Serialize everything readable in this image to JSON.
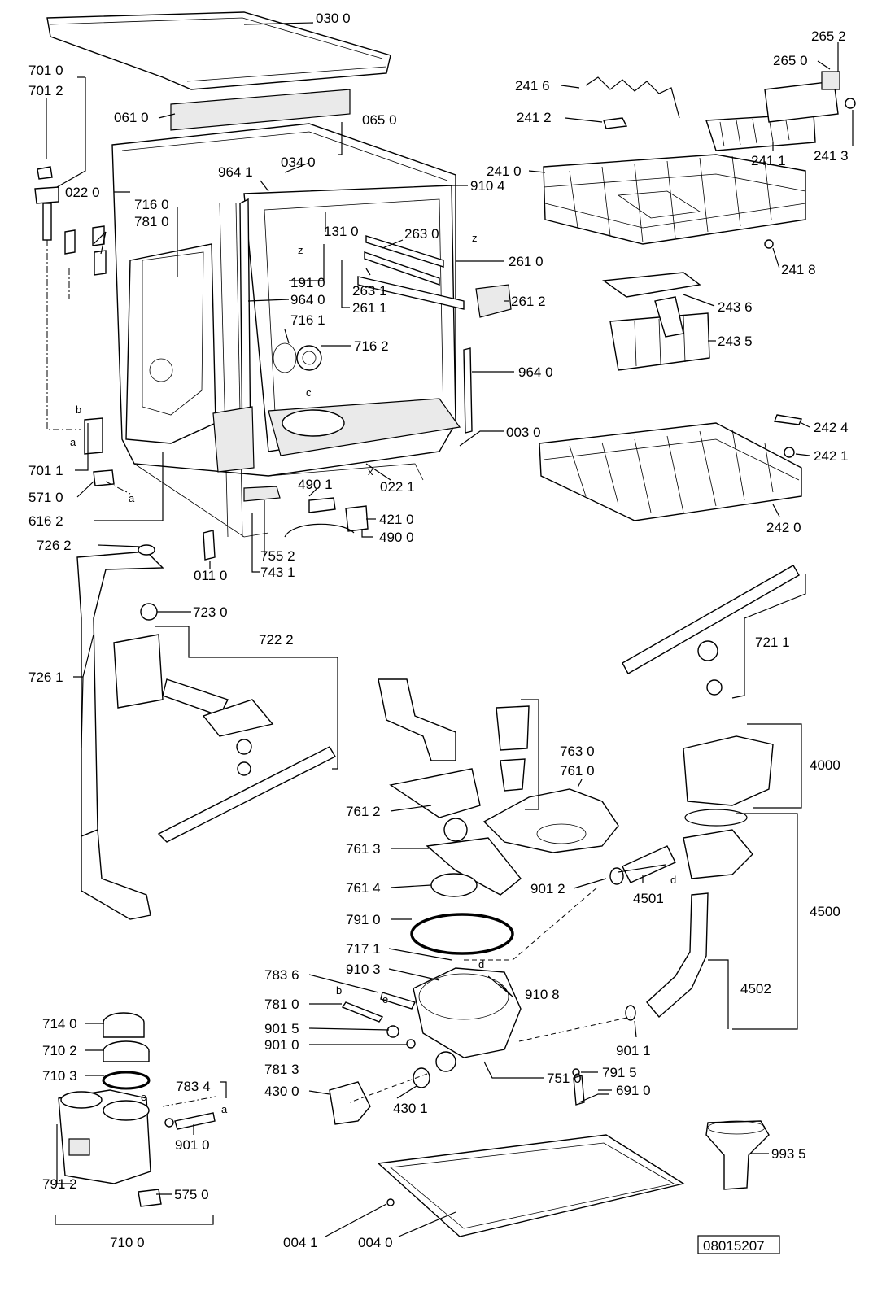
{
  "labels": [
    {
      "id": "p0300",
      "text": "030 0"
    },
    {
      "id": "p7010",
      "text": "701 0"
    },
    {
      "id": "p7012",
      "text": "701 2"
    },
    {
      "id": "p0610",
      "text": "061 0"
    },
    {
      "id": "p0650",
      "text": "065 0"
    },
    {
      "id": "p0340",
      "text": "034 0"
    },
    {
      "id": "p0220",
      "text": "022 0"
    },
    {
      "id": "p9641",
      "text": "964 1"
    },
    {
      "id": "p9104",
      "text": "910 4"
    },
    {
      "id": "p7160",
      "text": "716 0"
    },
    {
      "id": "p7810",
      "text": "781 0"
    },
    {
      "id": "p1310",
      "text": "131 0"
    },
    {
      "id": "p2630",
      "text": "263 0"
    },
    {
      "id": "p2610",
      "text": "261 0"
    },
    {
      "id": "p1910",
      "text": "191 0"
    },
    {
      "id": "p9640a",
      "text": "964 0"
    },
    {
      "id": "p2631",
      "text": "263 1"
    },
    {
      "id": "p2611",
      "text": "261 1"
    },
    {
      "id": "p2612",
      "text": "261 2"
    },
    {
      "id": "p7161",
      "text": "716 1"
    },
    {
      "id": "p7162",
      "text": "716 2"
    },
    {
      "id": "p9640b",
      "text": "964 0"
    },
    {
      "id": "p0030",
      "text": "003 0"
    },
    {
      "id": "p7011",
      "text": "701 1"
    },
    {
      "id": "p5710",
      "text": "571 0"
    },
    {
      "id": "p6162",
      "text": "616 2"
    },
    {
      "id": "p4901",
      "text": "490 1"
    },
    {
      "id": "p0221",
      "text": "022 1"
    },
    {
      "id": "p4210",
      "text": "421 0"
    },
    {
      "id": "p4900",
      "text": "490 0"
    },
    {
      "id": "p7262",
      "text": "726 2"
    },
    {
      "id": "p0110",
      "text": "011 0"
    },
    {
      "id": "p7552",
      "text": "755 2"
    },
    {
      "id": "p7431",
      "text": "743 1"
    },
    {
      "id": "p2416",
      "text": "241 6"
    },
    {
      "id": "p2652",
      "text": "265 2"
    },
    {
      "id": "p2650",
      "text": "265 0"
    },
    {
      "id": "p2412",
      "text": "241 2"
    },
    {
      "id": "p2413",
      "text": "241 3"
    },
    {
      "id": "p2411",
      "text": "241 1"
    },
    {
      "id": "p2410",
      "text": "241 0"
    },
    {
      "id": "p2418",
      "text": "241 8"
    },
    {
      "id": "p2436",
      "text": "243 6"
    },
    {
      "id": "p2435",
      "text": "243 5"
    },
    {
      "id": "p2424",
      "text": "242 4"
    },
    {
      "id": "p2421",
      "text": "242 1"
    },
    {
      "id": "p2420",
      "text": "242 0"
    },
    {
      "id": "p7230",
      "text": "723 0"
    },
    {
      "id": "p7222",
      "text": "722 2"
    },
    {
      "id": "p7261",
      "text": "726 1"
    },
    {
      "id": "p7211",
      "text": "721 1"
    },
    {
      "id": "p7630",
      "text": "763 0"
    },
    {
      "id": "p7610",
      "text": "761 0"
    },
    {
      "id": "p4000",
      "text": "4000"
    },
    {
      "id": "p7612",
      "text": "761 2"
    },
    {
      "id": "p7613",
      "text": "761 3"
    },
    {
      "id": "p7614",
      "text": "761 4"
    },
    {
      "id": "p9012",
      "text": "901 2"
    },
    {
      "id": "p4501",
      "text": "4501"
    },
    {
      "id": "p4500",
      "text": "4500"
    },
    {
      "id": "p7910",
      "text": "791 0"
    },
    {
      "id": "p7171",
      "text": "717 1"
    },
    {
      "id": "p9103",
      "text": "910 3"
    },
    {
      "id": "p7836",
      "text": "783 6"
    },
    {
      "id": "p9108",
      "text": "910 8"
    },
    {
      "id": "p4502",
      "text": "4502"
    },
    {
      "id": "p7810b",
      "text": "781 0"
    },
    {
      "id": "p7140",
      "text": "714 0"
    },
    {
      "id": "p9015",
      "text": "901 5"
    },
    {
      "id": "p7102",
      "text": "710 2"
    },
    {
      "id": "p9010a",
      "text": "901 0"
    },
    {
      "id": "p9011",
      "text": "901 1"
    },
    {
      "id": "p7813",
      "text": "781 3"
    },
    {
      "id": "p7103",
      "text": "710 3"
    },
    {
      "id": "p7834",
      "text": "783 4"
    },
    {
      "id": "p4300",
      "text": "430 0"
    },
    {
      "id": "p4301",
      "text": "430 1"
    },
    {
      "id": "p7510",
      "text": "751 0"
    },
    {
      "id": "p7915",
      "text": "791 5"
    },
    {
      "id": "p6910",
      "text": "691 0"
    },
    {
      "id": "p9010b",
      "text": "901 0"
    },
    {
      "id": "p9935",
      "text": "993 5"
    },
    {
      "id": "p7912",
      "text": "791 2"
    },
    {
      "id": "p5750",
      "text": "575 0"
    },
    {
      "id": "p7100",
      "text": "710 0"
    },
    {
      "id": "p0041",
      "text": "004 1"
    },
    {
      "id": "p0040",
      "text": "004 0"
    }
  ],
  "letters": {
    "a1": "a",
    "a2": "a",
    "a3": "a",
    "b1": "b",
    "b2": "b",
    "c": "c",
    "d1": "d",
    "d2": "d",
    "e1": "e",
    "e2": "e",
    "x": "x",
    "z1": "z",
    "z2": "z"
  },
  "drawing_code": "08015207"
}
